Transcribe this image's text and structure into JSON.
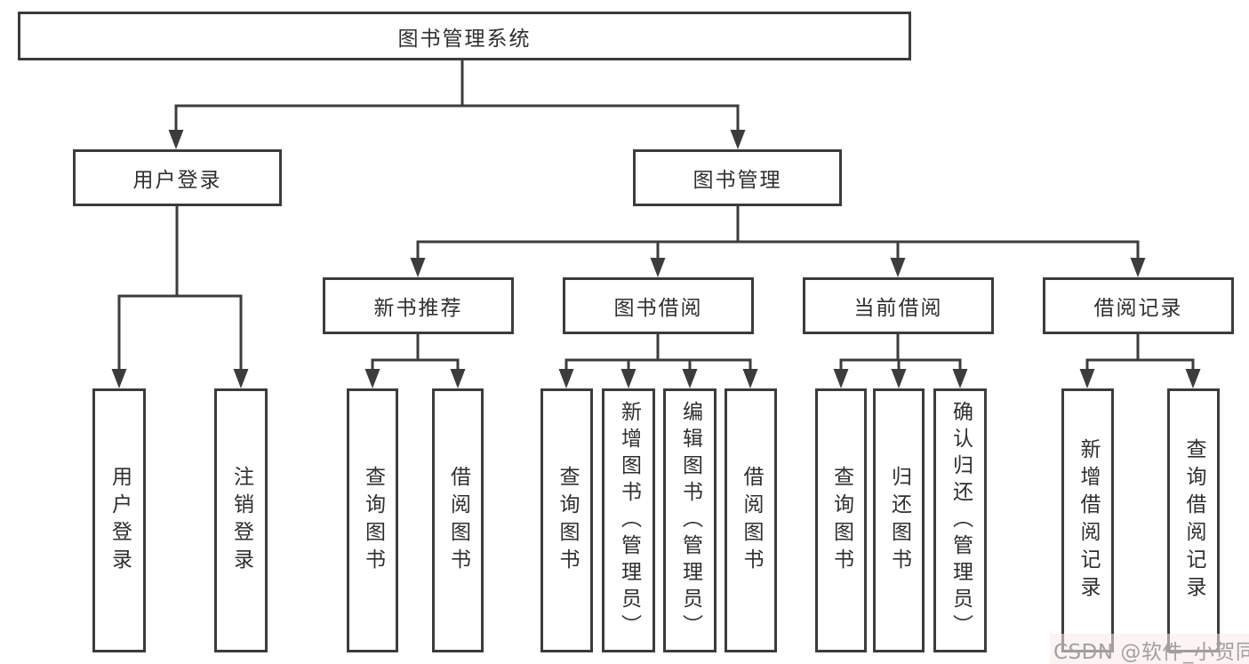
{
  "tree": {
    "label": "图书管理系统",
    "children": [
      {
        "label": "用户登录",
        "children": [
          {
            "label": "用户登录"
          },
          {
            "label": "注销登录"
          }
        ]
      },
      {
        "label": "图书管理",
        "children": [
          {
            "label": "新书推荐",
            "children": [
              {
                "label": "查询图书"
              },
              {
                "label": "借阅图书"
              }
            ]
          },
          {
            "label": "图书借阅",
            "children": [
              {
                "label": "查询图书"
              },
              {
                "label": "新增图书（管理员）"
              },
              {
                "label": "编辑图书（管理员）"
              },
              {
                "label": "借阅图书"
              }
            ]
          },
          {
            "label": "当前借阅",
            "children": [
              {
                "label": "查询图书"
              },
              {
                "label": "归还图书"
              },
              {
                "label": "确认归还（管理员）"
              }
            ]
          },
          {
            "label": "借阅记录",
            "children": [
              {
                "label": "新增借阅记录"
              },
              {
                "label": "查询借阅记录"
              }
            ]
          }
        ]
      }
    ]
  },
  "watermark": {
    "text": "CSDN @软件_小贺同学"
  },
  "colors": {
    "line": "#3c3c3c",
    "box_border": "#3c3c3c",
    "box_background": "#ffffff",
    "text": "#2f2f2f",
    "watermark_text": "#a5a0a0",
    "background": "#ffffff"
  }
}
